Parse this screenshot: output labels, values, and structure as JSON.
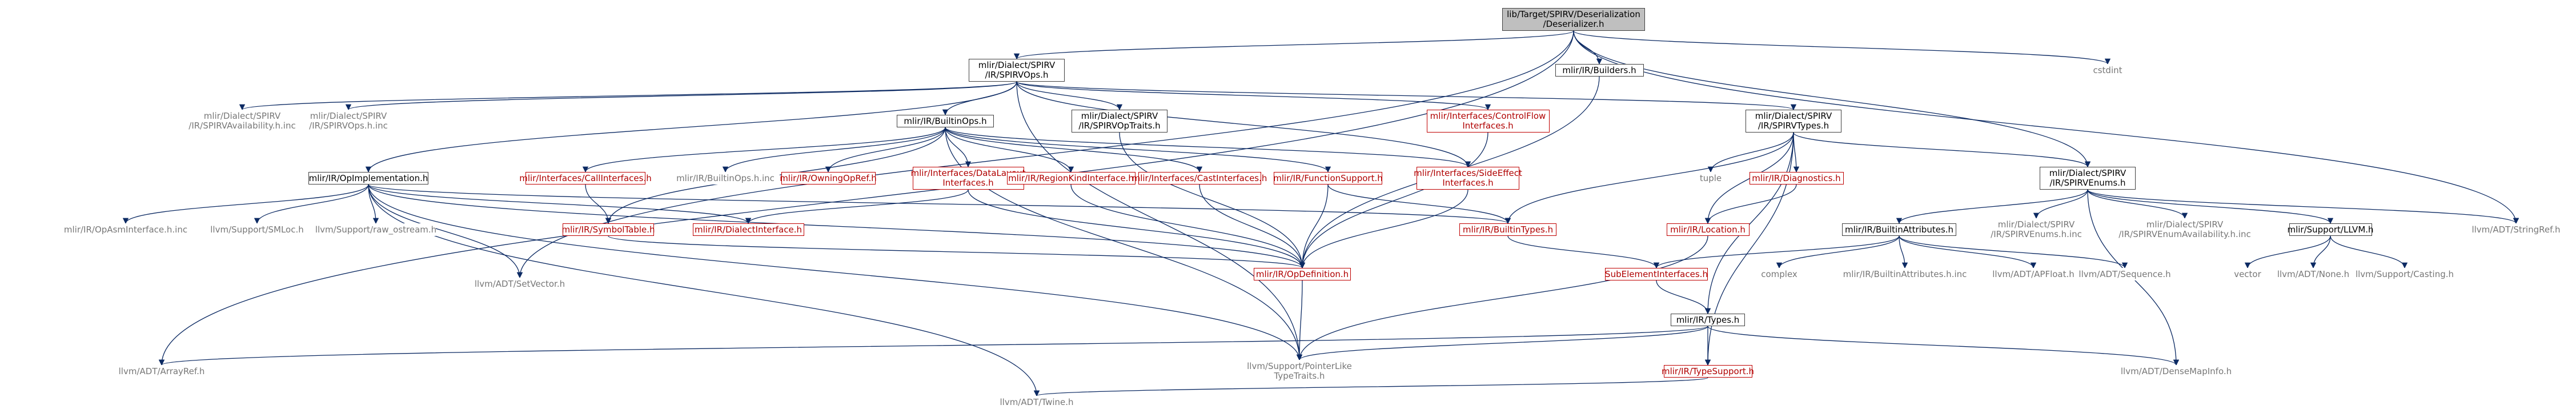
{
  "colors": {
    "edge": "#0c2a63",
    "edge_gray": "#404040",
    "node_border": "#404040",
    "node_missing_border": "#bfbfbf",
    "red_text": "#b00000",
    "root_fill": "#bfbfbf"
  },
  "nodes": [
    {
      "id": "root",
      "kind": "root",
      "lines": [
        "lib/Target/SPIRV/Deserialization",
        "/Deserializer.h"
      ]
    },
    {
      "id": "spirvops",
      "kind": "std",
      "lines": [
        "mlir/Dialect/SPIRV",
        "/IR/SPIRVOps.h"
      ]
    },
    {
      "id": "builders",
      "kind": "std",
      "lines": [
        "mlir/IR/Builders.h"
      ]
    },
    {
      "id": "cstdint",
      "kind": "plain",
      "lines": [
        "cstdint"
      ]
    },
    {
      "id": "spirvavail",
      "kind": "plain",
      "lines": [
        "mlir/Dialect/SPIRV",
        "/IR/SPIRVAvailability.h.inc"
      ]
    },
    {
      "id": "spirvopsinc",
      "kind": "plain",
      "lines": [
        "mlir/Dialect/SPIRV",
        "/IR/SPIRVOps.h.inc"
      ]
    },
    {
      "id": "builtinops",
      "kind": "std",
      "lines": [
        "mlir/IR/BuiltinOps.h"
      ]
    },
    {
      "id": "spirvoptraits",
      "kind": "std",
      "lines": [
        "mlir/Dialect/SPIRV",
        "/IR/SPIRVOpTraits.h"
      ]
    },
    {
      "id": "controlflow",
      "kind": "red",
      "lines": [
        "mlir/Interfaces/ControlFlow",
        "Interfaces.h"
      ]
    },
    {
      "id": "spirvtypes",
      "kind": "std",
      "lines": [
        "mlir/Dialect/SPIRV",
        "/IR/SPIRVTypes.h"
      ]
    },
    {
      "id": "opimpl",
      "kind": "std",
      "lines": [
        "mlir/IR/OpImplementation.h"
      ]
    },
    {
      "id": "callif",
      "kind": "red",
      "lines": [
        "mlir/Interfaces/CallInterfaces.h"
      ]
    },
    {
      "id": "builtinopsinc",
      "kind": "plain",
      "lines": [
        "mlir/IR/BuiltinOps.h.inc"
      ]
    },
    {
      "id": "owningopref",
      "kind": "red",
      "lines": [
        "mlir/IR/OwningOpRef.h"
      ]
    },
    {
      "id": "datalayout",
      "kind": "red",
      "lines": [
        "mlir/Interfaces/DataLayout",
        "Interfaces.h"
      ]
    },
    {
      "id": "regionkind",
      "kind": "red",
      "lines": [
        "mlir/IR/RegionKindInterface.h"
      ]
    },
    {
      "id": "castif",
      "kind": "red",
      "lines": [
        "mlir/Interfaces/CastInterfaces.h"
      ]
    },
    {
      "id": "funcsupport",
      "kind": "red",
      "lines": [
        "mlir/IR/FunctionSupport.h"
      ]
    },
    {
      "id": "sideeffect",
      "kind": "red",
      "lines": [
        "mlir/Interfaces/SideEffect",
        "Interfaces.h"
      ]
    },
    {
      "id": "tuple",
      "kind": "plain",
      "lines": [
        "tuple"
      ]
    },
    {
      "id": "diagnostics",
      "kind": "red",
      "lines": [
        "mlir/IR/Diagnostics.h"
      ]
    },
    {
      "id": "spirvenums",
      "kind": "std",
      "lines": [
        "mlir/Dialect/SPIRV",
        "/IR/SPIRVEnums.h"
      ]
    },
    {
      "id": "opasmif",
      "kind": "plain",
      "lines": [
        "mlir/IR/OpAsmInterface.h.inc"
      ]
    },
    {
      "id": "smloc",
      "kind": "plain",
      "lines": [
        "llvm/Support/SMLoc.h"
      ]
    },
    {
      "id": "rawostream",
      "kind": "plain",
      "lines": [
        "llvm/Support/raw_ostream.h"
      ]
    },
    {
      "id": "symboltable",
      "kind": "red",
      "lines": [
        "mlir/IR/SymbolTable.h"
      ]
    },
    {
      "id": "dialectif",
      "kind": "red",
      "lines": [
        "mlir/IR/DialectInterface.h"
      ]
    },
    {
      "id": "builtintypes",
      "kind": "red",
      "lines": [
        "mlir/IR/BuiltinTypes.h"
      ]
    },
    {
      "id": "location",
      "kind": "red",
      "lines": [
        "mlir/IR/Location.h"
      ]
    },
    {
      "id": "builtinattrs",
      "kind": "std",
      "lines": [
        "mlir/IR/BuiltinAttributes.h"
      ]
    },
    {
      "id": "spirvenumsinc",
      "kind": "plain",
      "lines": [
        "mlir/Dialect/SPIRV",
        "/IR/SPIRVEnums.h.inc"
      ]
    },
    {
      "id": "spirvenumavail",
      "kind": "plain",
      "lines": [
        "mlir/Dialect/SPIRV",
        "/IR/SPIRVEnumAvailability.h.inc"
      ]
    },
    {
      "id": "supportllvm",
      "kind": "std",
      "lines": [
        "mlir/Support/LLVM.h"
      ]
    },
    {
      "id": "stringref",
      "kind": "plain",
      "lines": [
        "llvm/ADT/StringRef.h"
      ]
    },
    {
      "id": "opdefinition",
      "kind": "red",
      "lines": [
        "mlir/IR/OpDefinition.h"
      ]
    },
    {
      "id": "setvector",
      "kind": "plain",
      "lines": [
        "llvm/ADT/SetVector.h"
      ]
    },
    {
      "id": "subelement",
      "kind": "red",
      "lines": [
        "SubElementInterfaces.h"
      ]
    },
    {
      "id": "complex",
      "kind": "plain",
      "lines": [
        "complex"
      ]
    },
    {
      "id": "builtinattrsinc",
      "kind": "plain",
      "lines": [
        "mlir/IR/BuiltinAttributes.h.inc"
      ]
    },
    {
      "id": "apfloat",
      "kind": "plain",
      "lines": [
        "llvm/ADT/APFloat.h"
      ]
    },
    {
      "id": "sequence",
      "kind": "plain",
      "lines": [
        "llvm/ADT/Sequence.h"
      ]
    },
    {
      "id": "vector",
      "kind": "plain",
      "lines": [
        "vector"
      ]
    },
    {
      "id": "llvmnone",
      "kind": "plain",
      "lines": [
        "llvm/ADT/None.h"
      ]
    },
    {
      "id": "casting",
      "kind": "plain",
      "lines": [
        "llvm/Support/Casting.h"
      ]
    },
    {
      "id": "irtypes",
      "kind": "std",
      "lines": [
        "mlir/IR/Types.h"
      ]
    },
    {
      "id": "arrayref",
      "kind": "plain",
      "lines": [
        "llvm/ADT/ArrayRef.h"
      ]
    },
    {
      "id": "pointerlike",
      "kind": "plain",
      "lines": [
        "llvm/Support/PointerLike",
        "TypeTraits.h"
      ]
    },
    {
      "id": "typesupport",
      "kind": "red",
      "lines": [
        "mlir/IR/TypeSupport.h"
      ]
    },
    {
      "id": "densemapinfo",
      "kind": "plain",
      "lines": [
        "llvm/ADT/DenseMapInfo.h"
      ]
    },
    {
      "id": "twine",
      "kind": "plain",
      "lines": [
        "llvm/ADT/Twine.h"
      ]
    }
  ],
  "edges": [
    [
      "root",
      "spirvops"
    ],
    [
      "root",
      "builders"
    ],
    [
      "root",
      "cstdint"
    ],
    [
      "root",
      "spirvenums"
    ],
    [
      "root",
      "stringref"
    ],
    [
      "root",
      "arrayref"
    ],
    [
      "root",
      "setvector"
    ],
    [
      "spirvops",
      "spirvavail"
    ],
    [
      "spirvops",
      "spirvopsinc"
    ],
    [
      "spirvops",
      "builtinops"
    ],
    [
      "spirvops",
      "spirvoptraits"
    ],
    [
      "spirvops",
      "controlflow"
    ],
    [
      "spirvops",
      "spirvtypes"
    ],
    [
      "spirvops",
      "opimpl"
    ],
    [
      "spirvops",
      "sideeffect"
    ],
    [
      "spirvops",
      "pointerlike"
    ],
    [
      "builders",
      "opdefinition"
    ],
    [
      "builtinops",
      "callif"
    ],
    [
      "builtinops",
      "builtinopsinc"
    ],
    [
      "builtinops",
      "owningopref"
    ],
    [
      "builtinops",
      "datalayout"
    ],
    [
      "builtinops",
      "regionkind"
    ],
    [
      "builtinops",
      "castif"
    ],
    [
      "builtinops",
      "funcsupport"
    ],
    [
      "builtinops",
      "symboltable"
    ],
    [
      "builtinops",
      "sideeffect"
    ],
    [
      "builtinops",
      "pointerlike"
    ],
    [
      "spirvoptraits",
      "opdefinition"
    ],
    [
      "controlflow",
      "opdefinition"
    ],
    [
      "spirvtypes",
      "tuple"
    ],
    [
      "spirvtypes",
      "diagnostics"
    ],
    [
      "spirvtypes",
      "spirvenums"
    ],
    [
      "spirvtypes",
      "builtintypes"
    ],
    [
      "spirvtypes",
      "location"
    ],
    [
      "spirvtypes",
      "irtypes"
    ],
    [
      "spirvtypes",
      "typesupport"
    ],
    [
      "opimpl",
      "opasmif"
    ],
    [
      "opimpl",
      "smloc"
    ],
    [
      "opimpl",
      "rawostream"
    ],
    [
      "opimpl",
      "dialectif"
    ],
    [
      "opimpl",
      "builtintypes"
    ],
    [
      "opimpl",
      "opdefinition"
    ],
    [
      "opimpl",
      "setvector"
    ],
    [
      "opimpl",
      "twine"
    ],
    [
      "opimpl",
      "pointerlike"
    ],
    [
      "callif",
      "symboltable"
    ],
    [
      "datalayout",
      "opdefinition"
    ],
    [
      "datalayout",
      "dialectif"
    ],
    [
      "regionkind",
      "opdefinition"
    ],
    [
      "castif",
      "opdefinition"
    ],
    [
      "funcsupport",
      "opdefinition"
    ],
    [
      "funcsupport",
      "builtintypes"
    ],
    [
      "sideeffect",
      "opdefinition"
    ],
    [
      "diagnostics",
      "location"
    ],
    [
      "spirvenums",
      "builtinattrs"
    ],
    [
      "spirvenums",
      "spirvenumsinc"
    ],
    [
      "spirvenums",
      "spirvenumavail"
    ],
    [
      "spirvenums",
      "supportllvm"
    ],
    [
      "spirvenums",
      "stringref"
    ],
    [
      "spirvenums",
      "densemapinfo"
    ],
    [
      "symboltable",
      "opdefinition"
    ],
    [
      "builtintypes",
      "subelement"
    ],
    [
      "location",
      "pointerlike"
    ],
    [
      "builtinattrs",
      "subelement"
    ],
    [
      "builtinattrs",
      "complex"
    ],
    [
      "builtinattrs",
      "builtinattrsinc"
    ],
    [
      "builtinattrs",
      "apfloat"
    ],
    [
      "builtinattrs",
      "sequence"
    ],
    [
      "supportllvm",
      "vector"
    ],
    [
      "supportllvm",
      "llvmnone"
    ],
    [
      "supportllvm",
      "casting"
    ],
    [
      "opdefinition",
      "pointerlike"
    ],
    [
      "subelement",
      "irtypes"
    ],
    [
      "irtypes",
      "arrayref"
    ],
    [
      "irtypes",
      "pointerlike"
    ],
    [
      "irtypes",
      "typesupport"
    ],
    [
      "irtypes",
      "densemapinfo"
    ],
    [
      "typesupport",
      "twine"
    ]
  ]
}
